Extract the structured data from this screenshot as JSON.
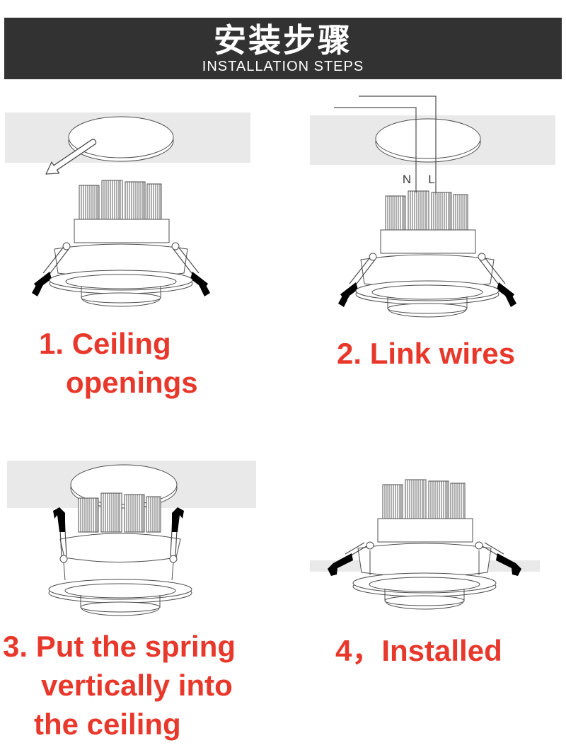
{
  "header": {
    "title_zh": "安装步骤",
    "subtitle_en": "INSTALLATION STEPS"
  },
  "wires": {
    "neutral_label": "N",
    "live_label": "L"
  },
  "steps": [
    {
      "number": 1,
      "lines": [
        "1. Ceiling",
        "openings"
      ]
    },
    {
      "number": 2,
      "lines": [
        "2. Link wires"
      ]
    },
    {
      "number": 3,
      "lines": [
        "3. Put the spring",
        "vertically into",
        "the ceiling"
      ]
    },
    {
      "number": 4,
      "lines": [
        "4，Installed"
      ]
    }
  ],
  "colors": {
    "accent_red": "#e8382c",
    "banner_bg": "#323232",
    "ceiling_gray": "#e9e9e9",
    "line_art": "#4d4d4d"
  }
}
